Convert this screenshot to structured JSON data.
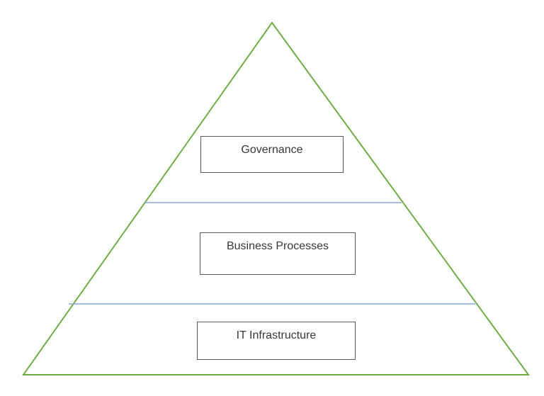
{
  "diagram": {
    "type": "pyramid",
    "levels": [
      {
        "id": "governance",
        "label": "Governance",
        "position": "top"
      },
      {
        "id": "business-processes",
        "label": "Business Processes",
        "position": "middle"
      },
      {
        "id": "it-infrastructure",
        "label": "IT Infrastructure",
        "position": "bottom"
      }
    ],
    "colors": {
      "pyramid_outline": "#70AD47",
      "divider_line": "#8AA5DA",
      "box_border": "#595959",
      "box_fill": "#FFFFFF",
      "text": "#383838",
      "background": "#FFFFFF"
    }
  }
}
